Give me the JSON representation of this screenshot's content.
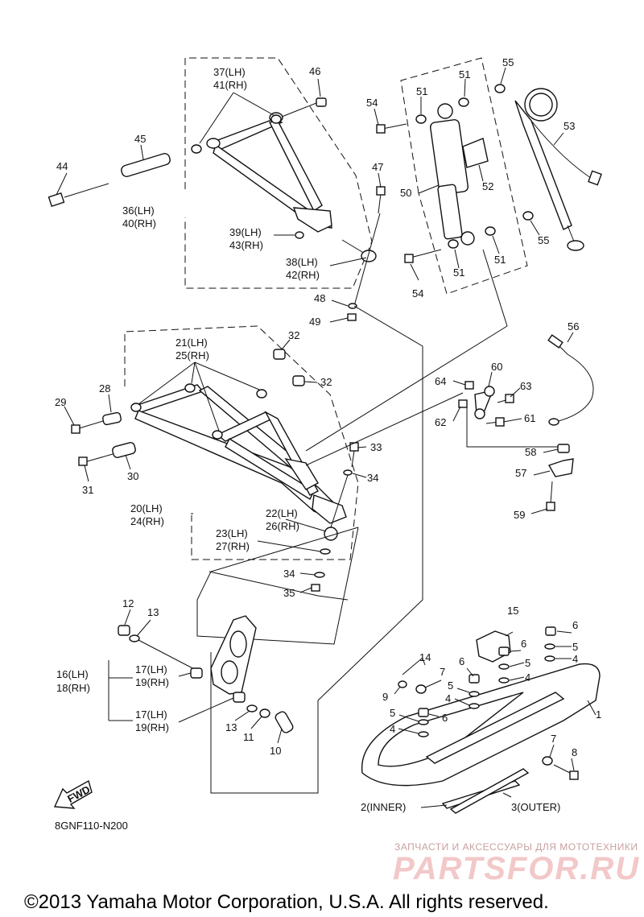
{
  "diagram": {
    "code": "8GNF110-N200",
    "fwd": "FWD",
    "copyright": "©2013 Yamaha Motor Corporation, U.S.A. All rights reserved.",
    "watermark_top": "ЗАПЧАСТИ И АКСЕССУАРЫ ДЛЯ МОТОТЕХНИКИ",
    "watermark_logo": "PARTSFOR.RU",
    "labels": {
      "l1": "1",
      "l2": "2(INNER)",
      "l3": "3(OUTER)",
      "l4a": "4",
      "l4b": "4",
      "l4c": "4",
      "l4d": "4",
      "l5a": "5",
      "l5b": "5",
      "l5c": "5",
      "l5d": "5",
      "l6a": "6",
      "l6b": "6",
      "l6c": "6",
      "l6d": "6",
      "l7a": "7",
      "l7b": "7",
      "l8": "8",
      "l9": "9",
      "l10": "10",
      "l11": "11",
      "l12": "12",
      "l13a": "13",
      "l13b": "13",
      "l14": "14",
      "l15": "15",
      "l16": "16(LH)",
      "l18": "18(RH)",
      "l17a": "17(LH)",
      "l19a": "19(RH)",
      "l17b": "17(LH)",
      "l19b": "19(RH)",
      "l20": "20(LH)",
      "l24": "24(RH)",
      "l21": "21(LH)",
      "l25": "25(RH)",
      "l22": "22(LH)",
      "l26": "26(RH)",
      "l23": "23(LH)",
      "l27": "27(RH)",
      "l28": "28",
      "l29": "29",
      "l30": "30",
      "l31": "31",
      "l32a": "32",
      "l32b": "32",
      "l33": "33",
      "l34a": "34",
      "l34b": "34",
      "l35": "35",
      "l36": "36(LH)",
      "l40": "40(RH)",
      "l37": "37(LH)",
      "l41": "41(RH)",
      "l38": "38(LH)",
      "l42": "42(RH)",
      "l39": "39(LH)",
      "l43": "43(RH)",
      "l44": "44",
      "l45": "45",
      "l46": "46",
      "l47": "47",
      "l48": "48",
      "l49": "49",
      "l50": "50",
      "l51a": "51",
      "l51b": "51",
      "l51c": "51",
      "l51d": "51",
      "l52": "52",
      "l53": "53",
      "l54a": "54",
      "l54b": "54",
      "l55a": "55",
      "l55b": "55",
      "l56": "56",
      "l57": "57",
      "l58": "58",
      "l59": "59",
      "l60": "60",
      "l61": "61",
      "l62": "62",
      "l63": "63",
      "l64": "64"
    }
  }
}
